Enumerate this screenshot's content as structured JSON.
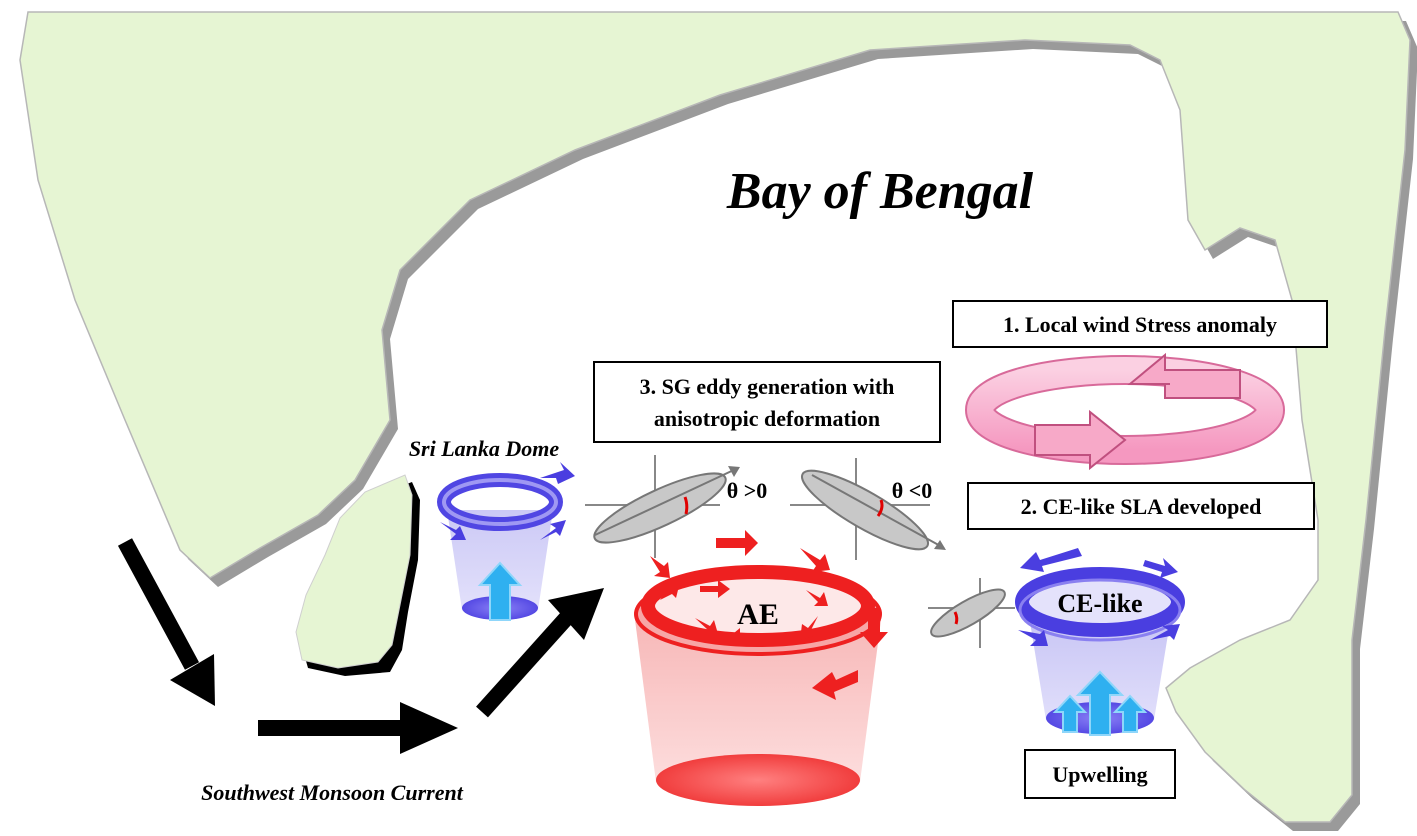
{
  "title": "Bay of Bengal",
  "labels": {
    "sri_lanka_dome": "Sri Lanka Dome",
    "southwest_monsoon_current": "Southwest Monsoon Current",
    "ae": "AE",
    "ce_like": "CE-like",
    "theta_positive": "θ >0",
    "theta_negative": "θ <0"
  },
  "boxes": {
    "local_wind": "1. Local wind Stress anomaly",
    "ce_sla": "2. CE-like SLA developed",
    "sg_eddy_line1": "3. SG eddy generation with",
    "sg_eddy_line2": "anisotropic deformation",
    "upwelling": "Upwelling"
  },
  "colors": {
    "land": "#e6f5d3",
    "land_edge": "#8c8c8c",
    "anticyclonic": "#ee2020",
    "cyclonic": "#4a3ee0",
    "wind_ring": "#f598c0",
    "upwelling_arrow": "#2fb0f0",
    "monsoon_arrow": "#000000"
  }
}
